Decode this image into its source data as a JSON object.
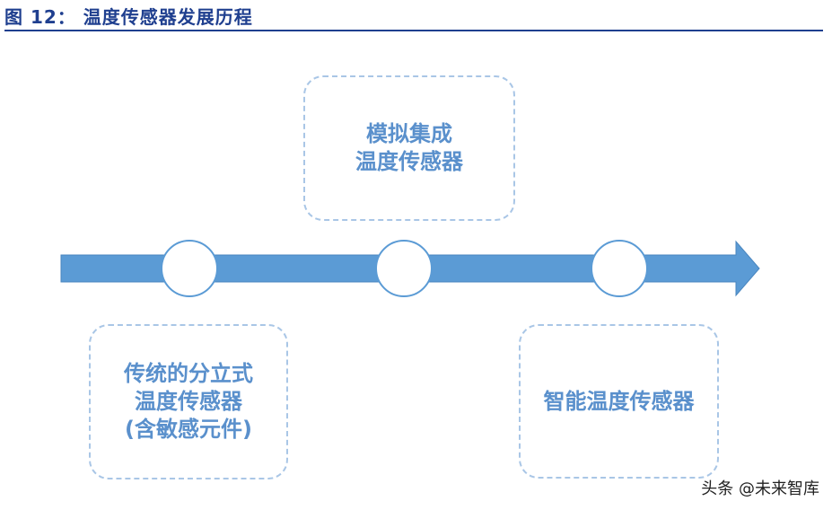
{
  "header": {
    "title": "图 12： 温度传感器发展历程"
  },
  "stages": [
    {
      "lines": [
        "传统的分立式",
        "温度传感器",
        "(含敏感元件)"
      ]
    },
    {
      "lines": [
        "模拟集成",
        "温度传感器"
      ]
    },
    {
      "lines": [
        "智能温度传感器"
      ]
    }
  ],
  "watermark": "头条 @未来智库",
  "colors": {
    "title": "#1f3f8f",
    "arrow": "#5b9bd5",
    "box_border": "#a9c6e6",
    "box_text": "#5a90cc"
  }
}
